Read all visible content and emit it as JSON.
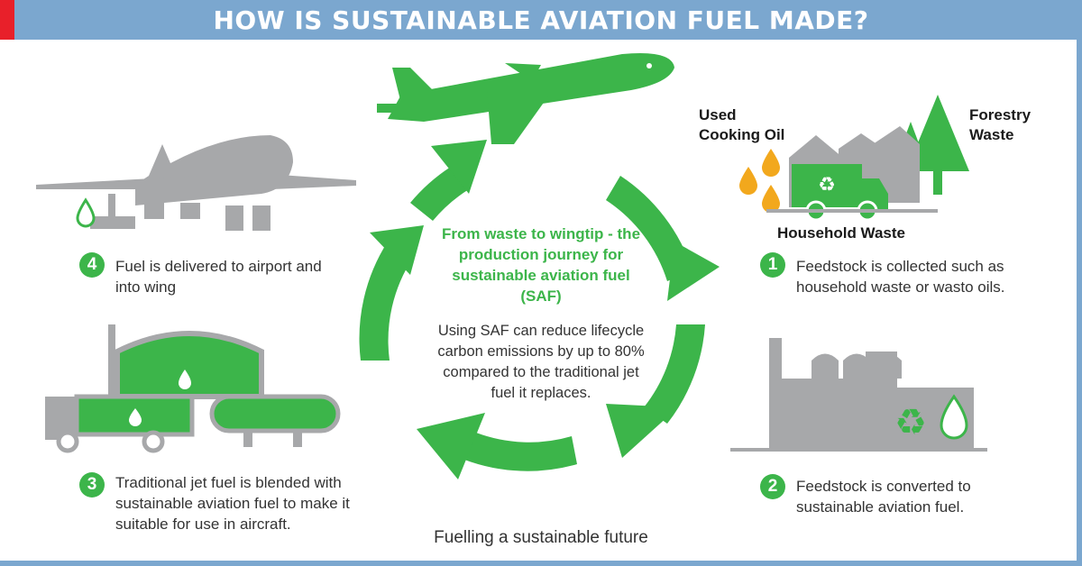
{
  "header": {
    "title": "HOW IS SUSTAINABLE AVIATION FUEL MADE?"
  },
  "center": {
    "title": "From waste to wingtip - the production journey for sustainable aviation fuel (SAF)",
    "body": "Using SAF can reduce lifecycle carbon emissions by up to 80% compared to the traditional jet fuel it replaces."
  },
  "steps": [
    {
      "number": "1",
      "text": "Feedstock is collected such as household waste or wasto oils."
    },
    {
      "number": "2",
      "text": "Feedstock is converted to sustainable aviation fuel."
    },
    {
      "number": "3",
      "text": "Traditional jet fuel is blended with sustainable aviation fuel to make it suitable for use in aircraft."
    },
    {
      "number": "4",
      "text": "Fuel is delivered to airport and into wing"
    }
  ],
  "feedstock_labels": {
    "oil": "Used Cooking Oil",
    "forestry": "Forestry Waste",
    "household": "Household Waste"
  },
  "footer": "Fuelling a sustainable future",
  "colors": {
    "green": "#3cb54a",
    "grey": "#a7a8aa",
    "blue": "#7ba7cf",
    "red": "#e8202a",
    "orange": "#f2a81d"
  },
  "icons": [
    "airplane-green-icon",
    "airplane-grey-icon",
    "fuel-drop-icon",
    "oil-drop-icon",
    "recycle-icon",
    "tree-icon",
    "garbage-truck-icon",
    "factory-icon",
    "fuel-tank-icon",
    "fuel-truck-icon",
    "cycle-arrow-icon"
  ]
}
